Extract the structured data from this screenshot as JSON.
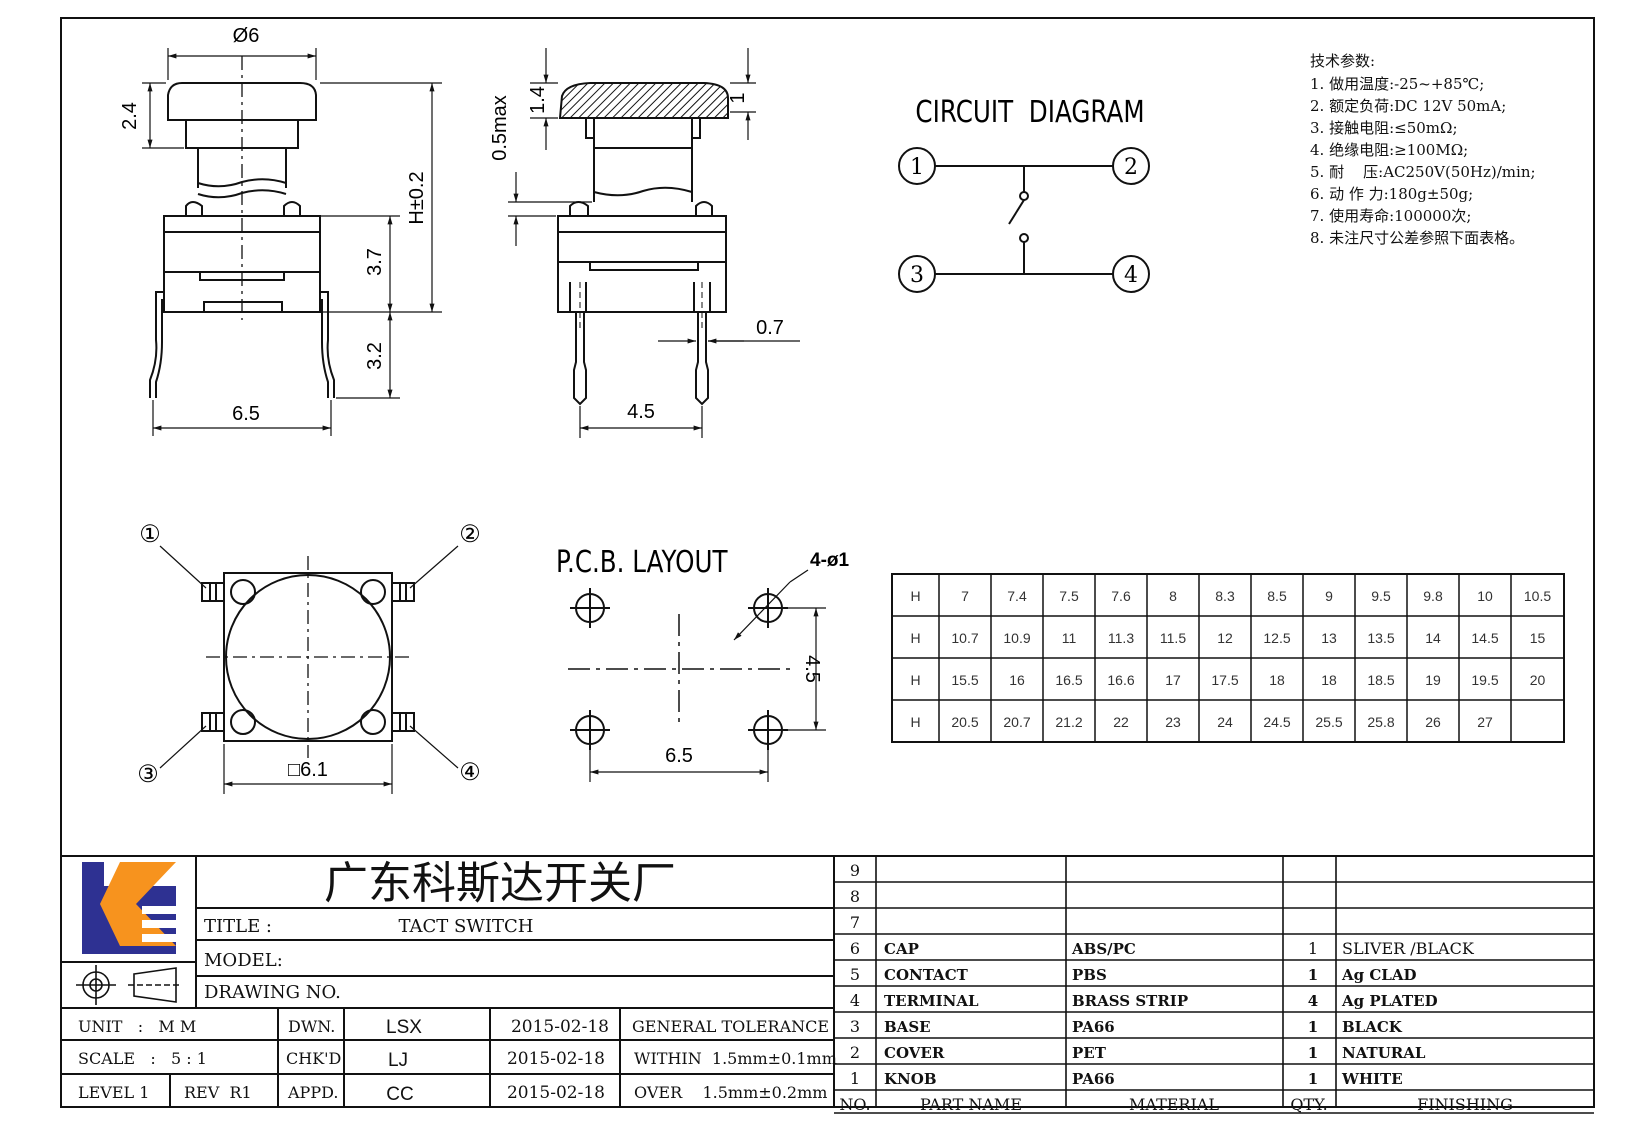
{
  "top_view": {
    "dim_diameter": "Ø6",
    "dim_cap_height": "2.4",
    "dim_h": "H±0.2",
    "dim_body": "3.7",
    "dim_pin": "3.2",
    "dim_width": "6.5"
  },
  "side_view": {
    "dim_cap_gap": "0.5max",
    "dim_cap_top": "1.4",
    "dim_cap_edge": "1",
    "dim_pin_width": "0.7",
    "dim_pin_pitch": "4.5"
  },
  "circuit": {
    "title": "CIRCUIT  DIAGRAM",
    "terminals": [
      "1",
      "2",
      "3",
      "4"
    ]
  },
  "spec": {
    "heading": "技术参数:",
    "items": [
      "1. 做用温度:-25~+85℃;",
      "2. 额定负荷:DC 12V 50mA;",
      "3. 接触电阻:≤50mΩ;",
      "4. 绝缘电阻:≥100MΩ;",
      "5. 耐    压:AC250V(50Hz)/min;",
      "6. 动 作 力:180g±50g;",
      "7. 使用寿命:100000次;",
      "8. 未注尺寸公差参照下面表格。"
    ]
  },
  "bottom_view": {
    "pins": [
      "①",
      "②",
      "③",
      "④"
    ],
    "dim_body": "□6.1"
  },
  "pcb": {
    "title": "P.C.B. LAYOUT",
    "hole_label": "4-ø1",
    "dim_v": "4.5",
    "dim_h": "6.5"
  },
  "height_table": {
    "rows": [
      [
        "H",
        "7",
        "7.4",
        "7.5",
        "7.6",
        "8",
        "8.3",
        "8.5",
        "9",
        "9.5",
        "9.8",
        "10",
        "10.5"
      ],
      [
        "H",
        "10.7",
        "10.9",
        "11",
        "11.3",
        "11.5",
        "12",
        "12.5",
        "13",
        "13.5",
        "14",
        "14.5",
        "15"
      ],
      [
        "H",
        "15.5",
        "16",
        "16.5",
        "16.6",
        "17",
        "17.5",
        "18",
        "18",
        "18.5",
        "19",
        "19.5",
        "20"
      ],
      [
        "H",
        "20.5",
        "20.7",
        "21.2",
        "22",
        "23",
        "24",
        "24.5",
        "25.5",
        "25.8",
        "26",
        "27",
        ""
      ]
    ]
  },
  "title_block": {
    "company": "广东科斯达开关厂",
    "title_label": "TITLE :",
    "title_value": "TACT SWITCH",
    "model_label": "MODEL:",
    "drawing_label": "DRAWING NO.",
    "unit": "UNIT   :   M M",
    "scale": "SCALE   :   5 : 1",
    "level": "LEVEL 1",
    "rev": "REV  R1",
    "dwn": "DWN.",
    "chkd": "CHK'D",
    "appd": "APPD.",
    "dwn_name": "LSX",
    "chkd_name": "LJ",
    "appd_name": "CC",
    "date1": "2015-02-18",
    "date2": "2015-02-18",
    "date3": "2015-02-18",
    "tol_head": "GENERAL TOLERANCE",
    "tol1": "WITHIN  1.5mm±0.1mm",
    "tol2": "OVER    1.5mm±0.2mm"
  },
  "bom": {
    "header": [
      "NO.",
      "PART  NAME",
      "MATERIAL",
      "QTY.",
      "FINISHING"
    ],
    "rows": [
      {
        "no": "9",
        "part": "",
        "material": "",
        "qty": "",
        "finish": ""
      },
      {
        "no": "8",
        "part": "",
        "material": "",
        "qty": "",
        "finish": ""
      },
      {
        "no": "7",
        "part": "",
        "material": "",
        "qty": "",
        "finish": ""
      },
      {
        "no": "6",
        "part": "CAP",
        "material": "ABS/PC",
        "qty": "1",
        "finish": "SLIVER /BLACK"
      },
      {
        "no": "5",
        "part": "CONTACT",
        "material": "PBS",
        "qty": "1",
        "finish": "Ag CLAD"
      },
      {
        "no": "4",
        "part": "TERMINAL",
        "material": "BRASS STRIP",
        "qty": "4",
        "finish": "Ag PLATED"
      },
      {
        "no": "3",
        "part": "BASE",
        "material": "PA66",
        "qty": "1",
        "finish": "BLACK"
      },
      {
        "no": "2",
        "part": "COVER",
        "material": "PET",
        "qty": "1",
        "finish": "NATURAL"
      },
      {
        "no": "1",
        "part": "KNOB",
        "material": "PA66",
        "qty": "1",
        "finish": "WHITE"
      }
    ]
  },
  "colors": {
    "line": "#111111",
    "logo_blue": "#2e3192",
    "logo_orange": "#f7931e"
  }
}
